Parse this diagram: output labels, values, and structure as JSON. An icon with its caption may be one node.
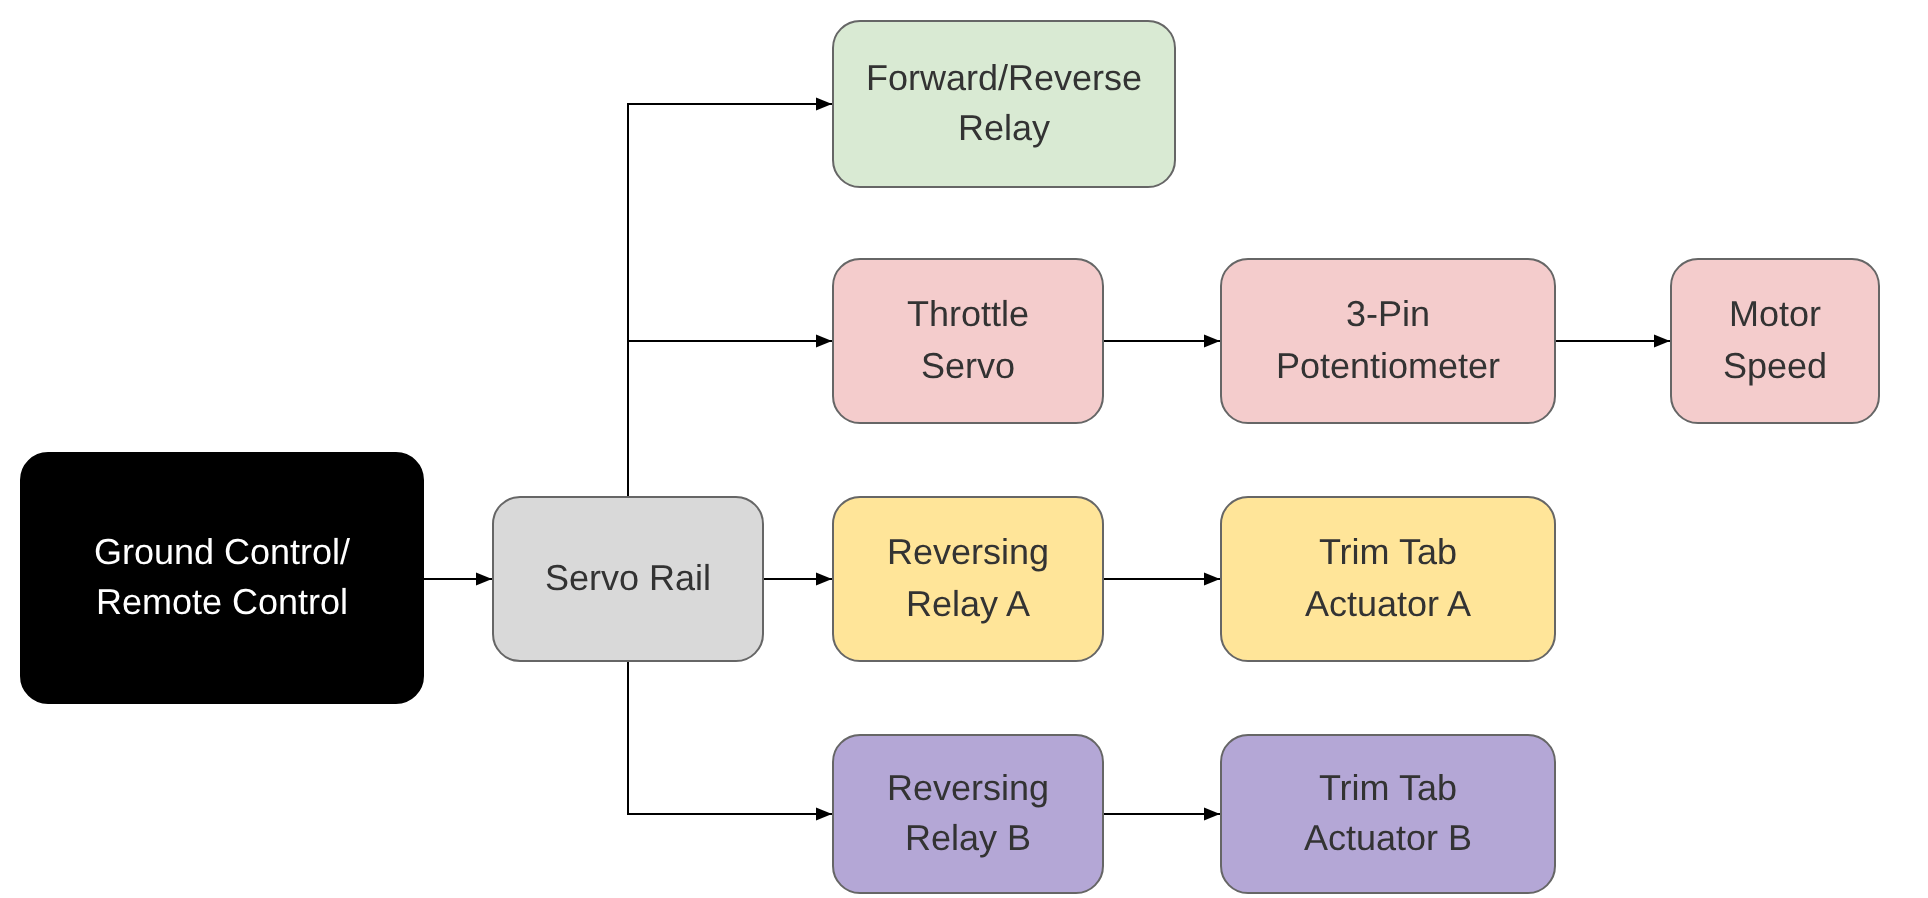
{
  "diagram": {
    "nodes": [
      {
        "text": [
          "Ground Control/ Remote Control"
        ]
      },
      {
        "text": [
          "Servo Rail"
        ]
      },
      {
        "text": [
          "Forward/Reverse Relay"
        ]
      },
      {
        "text": [
          "Throttle Servo"
        ]
      },
      {
        "text": [
          "3-Pin Potentiometer"
        ]
      },
      {
        "text": [
          "Motor Speed"
        ]
      },
      {
        "text": [
          "Reversing Relay A"
        ]
      },
      {
        "text": [
          "Trim Tab Actuator A"
        ]
      },
      {
        "text": [
          "Reversing Relay B"
        ]
      },
      {
        "text": [
          "Trim Tab Actuator B"
        ]
      }
    ],
    "edges": [
      {
        "from": 0,
        "to": 1,
        "arrow": "to"
      },
      {
        "from": 1,
        "to": 2,
        "arrow": "to"
      },
      {
        "from": 1,
        "to": 3,
        "arrow": "to"
      },
      {
        "from": 1,
        "to": 6,
        "arrow": "to"
      },
      {
        "from": 1,
        "to": 8,
        "arrow": "to"
      },
      {
        "from": 3,
        "to": 4,
        "arrow": "to"
      },
      {
        "from": 4,
        "to": 5,
        "arrow": "to"
      },
      {
        "from": 6,
        "to": 7,
        "arrow": "to"
      },
      {
        "from": 8,
        "to": 9,
        "arrow": "to"
      }
    ]
  }
}
